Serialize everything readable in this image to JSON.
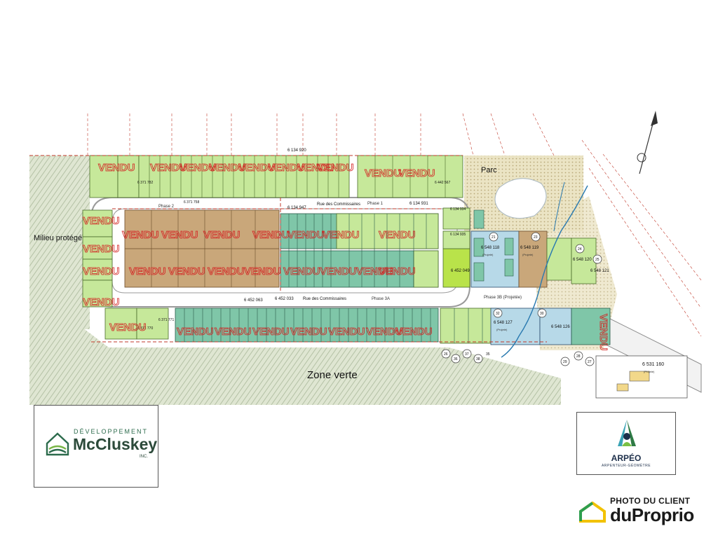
{
  "plan": {
    "streets": [
      "Rue des Commissaires",
      "Rue des Commissaires"
    ],
    "phases": [
      "Phase 2",
      "Phase 1",
      "Phase 3A",
      "Phase 3B (Projetée)"
    ],
    "zones": {
      "protected": "Milieu protégé",
      "green": "Zone verte",
      "park": "Parc"
    },
    "sold_label": "VENDU",
    "lot_numbers": {
      "top_a": "6 134 920",
      "top_b": "6 134 947",
      "top_c": "6 134 931",
      "left_a": "6 371 782",
      "left_b": "6 371 758",
      "mid_a": "6 452 033",
      "mid_b": "6 452 063",
      "mid_c": "6 371 771",
      "mid_d": "6 371 770",
      "right_a": "6 548 118",
      "right_b": "6 548 119",
      "right_c": "6 548 120",
      "right_d": "6 548 121",
      "right_e": "6 452 049",
      "right_f": "6 548 127",
      "right_g": "6 548 126",
      "far_right": "6 531 160",
      "side_a": "6 134 934",
      "side_b": "6 134 935",
      "side_c": "6 442 567"
    },
    "projected": "(Projeté)",
    "circle_ids": [
      "21",
      "23",
      "24",
      "25",
      "32",
      "30",
      "29",
      "28",
      "27",
      "26",
      "36",
      "37",
      "38",
      "35"
    ],
    "colors": {
      "lot_green": "#c6e89a",
      "lot_tan": "#c9a77a",
      "lot_blue": "#b7d9e8",
      "lot_teal": "#7fc6a8",
      "bright_green": "#b9e34a",
      "sold_red": "#d42020",
      "boundary_red": "#c0392b"
    }
  },
  "logos": {
    "mccluskey": {
      "small": "DÉVELOPPEMENT",
      "big": "McCluskey",
      "suffix": "INC."
    },
    "arpeo": {
      "name": "ARPÉO",
      "sub": "ARPENTEUR-GÉOMÈTRE"
    }
  },
  "watermark": {
    "top": "PHOTO DU CLIENT",
    "brand": "duProprio"
  }
}
